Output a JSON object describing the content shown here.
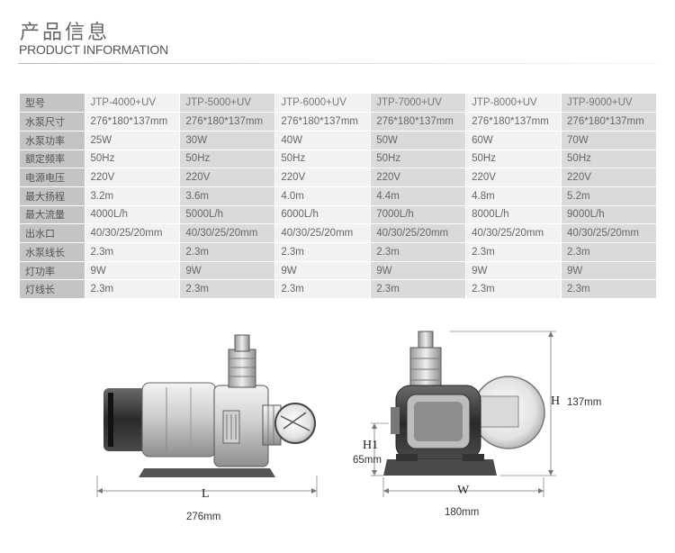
{
  "header": {
    "title_cn": "产品信息",
    "title_en": "PRODUCT INFORMATION"
  },
  "spec_table": {
    "columns": [
      "型号",
      "JTP-4000+UV",
      "JTP-5000+UV",
      "JTP-6000+UV",
      "JTP-7000+UV",
      "JTP-8000+UV",
      "JTP-9000+UV"
    ],
    "rows": [
      [
        "水泵尺寸",
        "276*180*137mm",
        "276*180*137mm",
        "276*180*137mm",
        "276*180*137mm",
        "276*180*137mm",
        "276*180*137mm"
      ],
      [
        "水泵功率",
        "25W",
        "30W",
        "40W",
        "50W",
        "60W",
        "70W"
      ],
      [
        "额定频率",
        "50Hz",
        "50Hz",
        "50Hz",
        "50Hz",
        "50Hz",
        "50Hz"
      ],
      [
        "电源电压",
        "220V",
        "220V",
        "220V",
        "220V",
        "220V",
        "220V"
      ],
      [
        "最大扬程",
        "3.2m",
        "3.6m",
        "4.0m",
        "4.4m",
        "4.8m",
        "5.2m"
      ],
      [
        "最大流量",
        "4000L/h",
        "5000L/h",
        "6000L/h",
        "7000L/h",
        "8000L/h",
        "9000L/h"
      ],
      [
        "出水口",
        "40/30/25/20mm",
        "40/30/25/20mm",
        "40/30/25/20mm",
        "40/30/25/20mm",
        "40/30/25/20mm",
        "40/30/25/20mm"
      ],
      [
        "水泵线长",
        "2.3m",
        "2.3m",
        "2.3m",
        "2.3m",
        "2.3m",
        "2.3m"
      ],
      [
        "灯功率",
        "9W",
        "9W",
        "9W",
        "9W",
        "9W",
        "9W"
      ],
      [
        "灯线长",
        "2.3m",
        "2.3m",
        "2.3m",
        "2.3m",
        "2.3m",
        "2.3m"
      ]
    ]
  },
  "dimensions": {
    "length_letter": "L",
    "length_value": "276mm",
    "width_letter": "W",
    "width_value": "180mm",
    "height_letter": "H",
    "height_value": "137mm",
    "inlet_height_letter": "H1",
    "inlet_height_value": "65mm"
  },
  "colors": {
    "header_cell": "#c4c4c4",
    "odd_column": "#f2f2f2",
    "even_column": "#dadada"
  }
}
